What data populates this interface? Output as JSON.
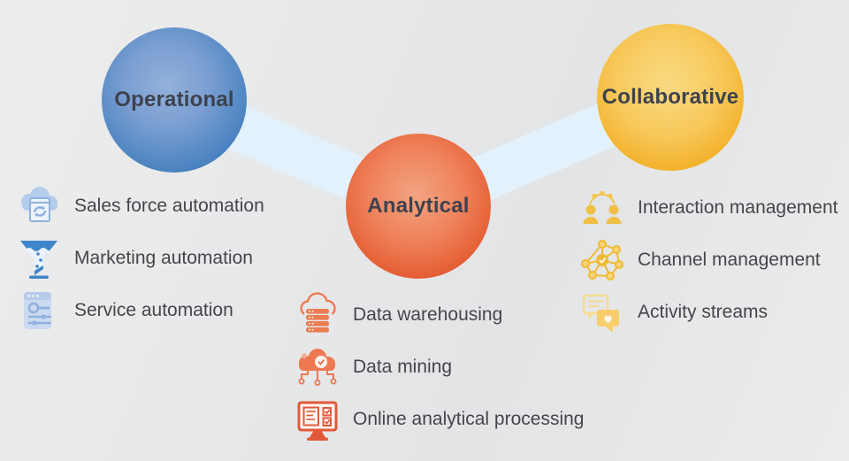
{
  "diagram": {
    "title": "CRM types diagram",
    "bubbles": [
      {
        "label": "Operational",
        "edge_color": "#3a74b4",
        "center_color": "#93b1da"
      },
      {
        "label": "Analytical",
        "edge_color": "#dd4d23",
        "center_color": "#f2a482"
      },
      {
        "label": "Collaborative",
        "edge_color": "#efa71d",
        "center_color": "#f9da82"
      }
    ],
    "groups": [
      {
        "bubble": "Operational",
        "items": [
          {
            "icon": "cloud-sync-icon",
            "label": "Sales force automation"
          },
          {
            "icon": "funnel-icon",
            "label": "Marketing automation"
          },
          {
            "icon": "service-settings-icon",
            "label": "Service automation"
          }
        ]
      },
      {
        "bubble": "Analytical",
        "items": [
          {
            "icon": "cloud-database-icon",
            "label": "Data warehousing"
          },
          {
            "icon": "cloud-mining-icon",
            "label": "Data mining"
          },
          {
            "icon": "monitor-checklist-icon",
            "label": "Online analytical processing"
          }
        ]
      },
      {
        "bubble": "Collaborative",
        "items": [
          {
            "icon": "people-network-icon",
            "label": "Interaction management"
          },
          {
            "icon": "network-hub-icon",
            "label": "Channel management"
          },
          {
            "icon": "chat-heart-icon",
            "label": "Activity streams"
          }
        ]
      }
    ],
    "colors": {
      "background": "#e8e8e9",
      "connector_band": "#e2f1fb",
      "label_text": "#45464c",
      "bubble_text": "#3d424e",
      "blue_icon": "#4a8bc9",
      "blue_icon_light": "#b5cdec",
      "orange_icon": "#e8744e",
      "gold_icon": "#f2bb3d",
      "gold_icon_light": "#f6db93"
    }
  }
}
